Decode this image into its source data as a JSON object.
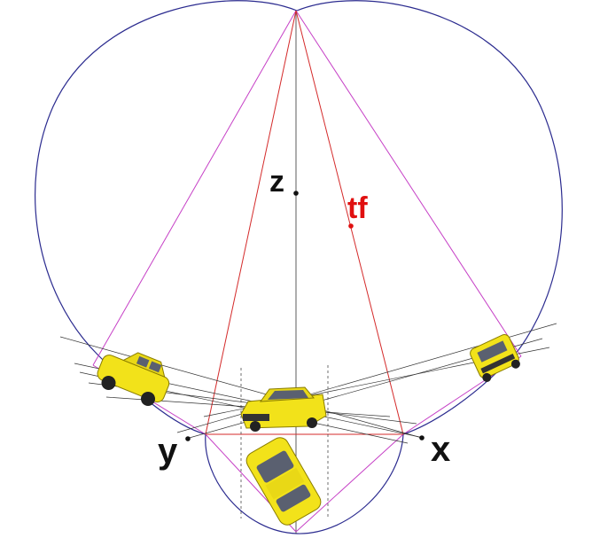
{
  "labels": {
    "z": "z",
    "tf": "tf",
    "y": "y",
    "x": "x"
  },
  "colors": {
    "circle": "#2b2b8f",
    "red_lines": "#d42a2a",
    "magenta_lines": "#c640c6",
    "thin_lines": "#333333",
    "label_black": "#111111",
    "label_red": "#e01010",
    "car_body": "#f2e21a",
    "car_shadow": "#8a7d00"
  },
  "icons": {
    "car_left": "car-side-icon",
    "car_center": "car-front-three-quarter-icon",
    "car_right": "car-front-icon",
    "car_bottom": "car-top-icon"
  }
}
